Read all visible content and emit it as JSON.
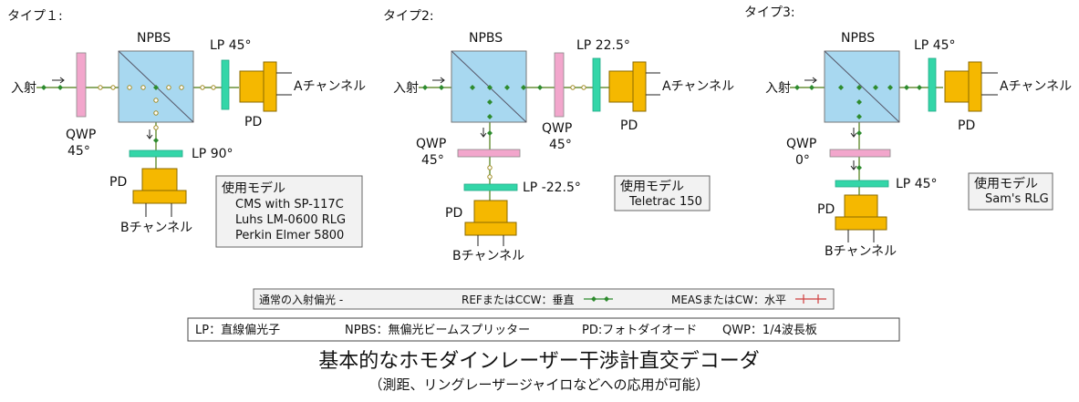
{
  "colors": {
    "cube_fill": "#a8d8f0",
    "qwp_fill": "#f2a6cc",
    "lp_fill": "#33d6a8",
    "pd_fill": "#f5b800",
    "beam": "#4a7a10",
    "ref_marker": "#2e8b2e",
    "meas_marker": "#d04040"
  },
  "types": [
    {
      "label": "タイプ１:",
      "npbs": "NPBS",
      "input": "入射",
      "qwp_name": "QWP",
      "qwp_angle": "45°",
      "lp_a": "LP 45°",
      "lp_b": "LP 90°",
      "pd_a": "PD",
      "pd_b": "PD",
      "ch_a": "Aチャンネル",
      "ch_b": "Bチャンネル",
      "model_title": "使用モデル",
      "models": [
        "CMS with SP-117C",
        "Luhs LM-0600 RLG",
        "Perkin Elmer 5800"
      ]
    },
    {
      "label": "タイプ2:",
      "npbs": "NPBS",
      "input": "入射",
      "qwp_a_name": "QWP",
      "qwp_a_angle": "45°",
      "qwp_b_name": "QWP",
      "qwp_b_angle": "45°",
      "lp_a": "LP 22.5°",
      "lp_b": "LP -22.5°",
      "pd_a": "PD",
      "pd_b": "PD",
      "ch_a": "Aチャンネル",
      "ch_b": "Bチャンネル",
      "model_title": "使用モデル",
      "models": [
        "Teletrac 150"
      ]
    },
    {
      "label": "タイプ3:",
      "npbs": "NPBS",
      "input": "入射",
      "qwp_name": "QWP",
      "qwp_angle": "0°",
      "lp_a": "LP 45°",
      "lp_b": "LP 45°",
      "pd_a": "PD",
      "pd_b": "PD",
      "ch_a": "Aチャンネル",
      "ch_b": "Bチャンネル",
      "model_title": "使用モデル",
      "models": [
        "Sam's RLG"
      ]
    }
  ],
  "legend": {
    "normal": "通常の入射偏光 -",
    "ref": "REFまたはCCW：垂直",
    "meas": "MEASまたはCW：水平"
  },
  "abbrev": {
    "lp": "LP：直線偏光子",
    "npbs": "NPBS：無偏光ビームスプリッター",
    "pd": "PD:フォトダイオード",
    "qwp": "QWP：1/4波長板"
  },
  "title": "基本的なホモダインレーザー干渉計直交デコーダ",
  "subtitle": "（測距、リングレーザージャイロなどへの応用が可能）"
}
